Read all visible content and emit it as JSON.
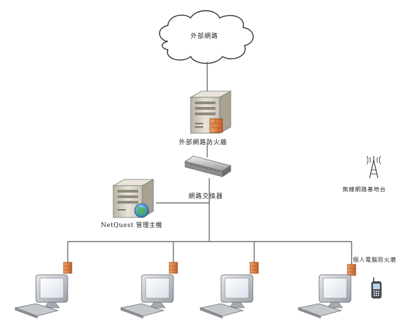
{
  "diagram": {
    "cloud_label": "外部網路",
    "firewall_label": "外部網路防火牆",
    "switch_label": "網路交換器",
    "mgmt_host_label": "NetQuest 管理主機",
    "wireless_label": "無線網路基地台",
    "personal_fw_label": "個人電腦防火牆"
  },
  "colors": {
    "line": "#555555",
    "server_body": "#d9d4c4",
    "firewall_orange": "#e07a3a",
    "monitor_body": "#cfd3d8",
    "screen": "#f4f7fb"
  },
  "icons": {
    "cloud": "cloud-icon",
    "server": "server-icon",
    "switch": "network-switch-icon",
    "globe": "globe-icon",
    "antenna": "antenna-icon",
    "phone": "mobile-phone-icon",
    "computer": "desktop-computer-icon",
    "firewall_badge": "firewall-badge-icon"
  }
}
